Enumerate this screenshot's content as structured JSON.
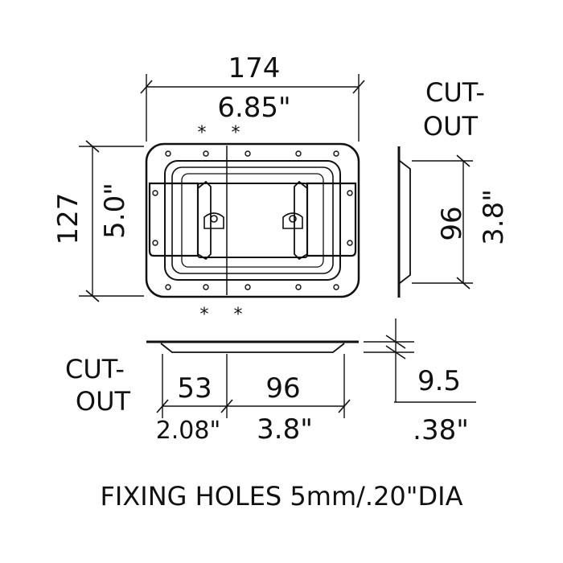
{
  "dimensions": {
    "width_mm": "174",
    "width_in": "6.85\"",
    "height_mm": "127",
    "height_in": "5.0\"",
    "side_cutout_mm": "96",
    "side_cutout_in": "3.8\"",
    "bottom_left_mm": "53",
    "bottom_left_in": "2.08\"",
    "bottom_cutout_mm": "96",
    "bottom_cutout_in": "3.8\"",
    "depth_mm": "9.5",
    "depth_in": ".38\""
  },
  "labels": {
    "cutout_right_line1": "CUT-",
    "cutout_right_line2": "OUT",
    "cutout_bottom_line1": "CUT-",
    "cutout_bottom_line2": "OUT",
    "asterisk": "*"
  },
  "footer": {
    "fixing_holes": "FIXING HOLES 5mm/.20\"DIA"
  }
}
